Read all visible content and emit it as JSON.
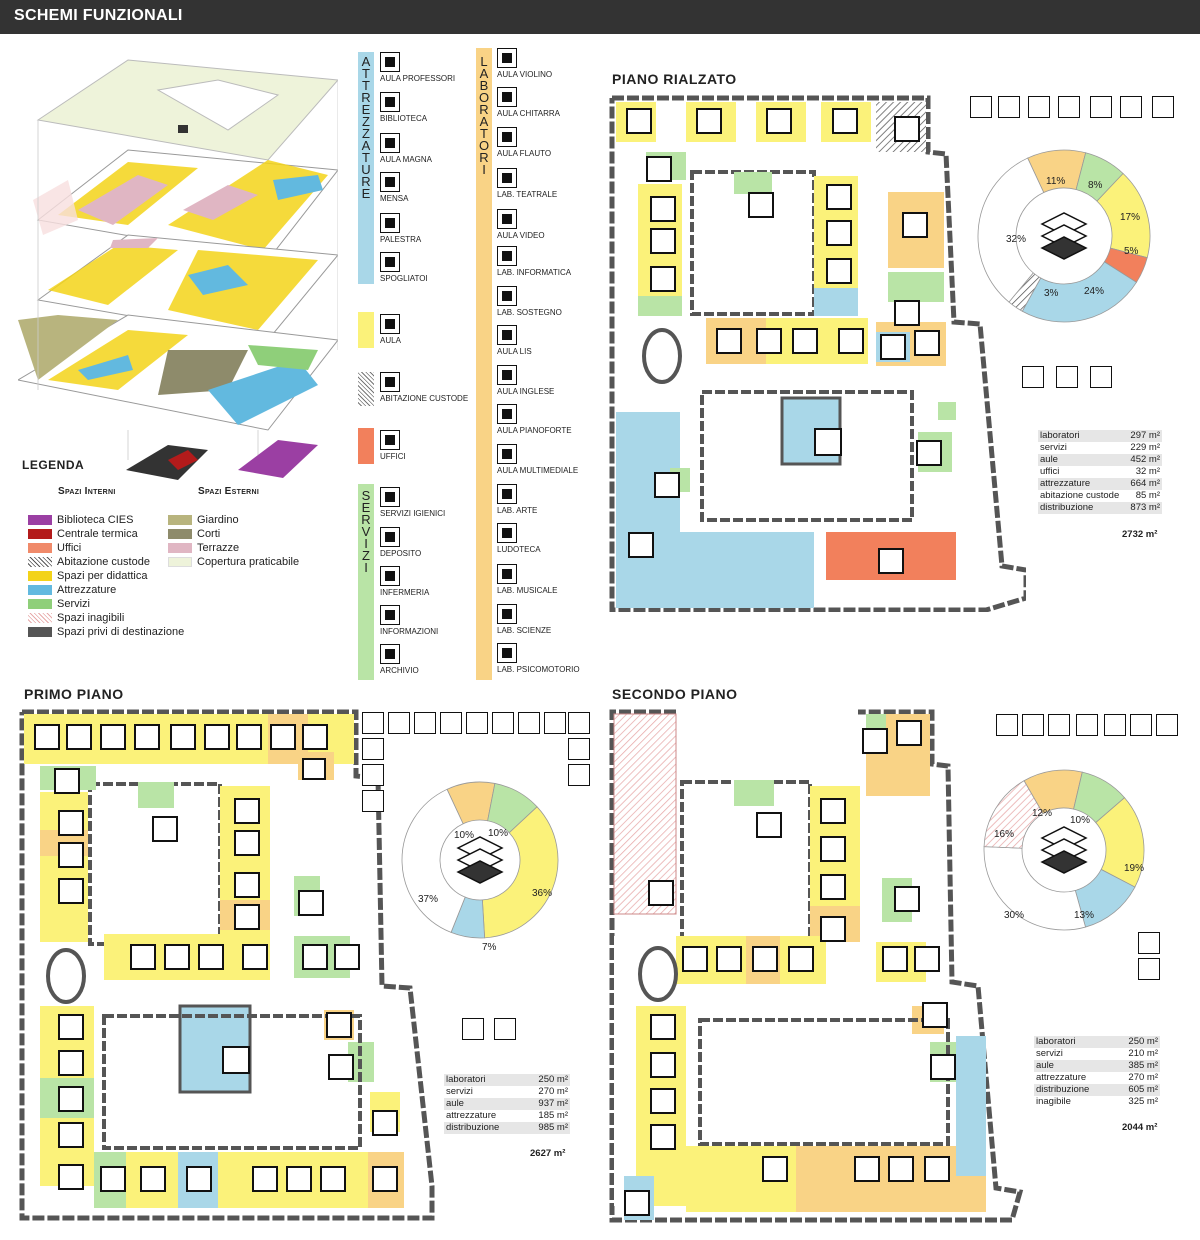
{
  "header": {
    "title": "SCHEMI FUNZIONALI"
  },
  "legend": {
    "title": "LEGENDA",
    "internal_heading": "Spazi Interni",
    "external_heading": "Spazi Esterni",
    "internal": [
      {
        "label": "Biblioteca CIES",
        "color": "#9b3fa3"
      },
      {
        "label": "Centrale termica",
        "color": "#b31b1b"
      },
      {
        "label": "Uffici",
        "color": "#f08a6a"
      },
      {
        "label": "Abitazione custode",
        "color": "hatch"
      },
      {
        "label": "Spazi per didattica",
        "color": "#f3d319"
      },
      {
        "label": "Attrezzature",
        "color": "#62b9df"
      },
      {
        "label": "Servizi",
        "color": "#8fcf7a"
      },
      {
        "label": "Spazi inagibili",
        "color": "hatch-red"
      },
      {
        "label": "Spazi privi di destinazione",
        "color": "#555555"
      }
    ],
    "external": [
      {
        "label": "Giardino",
        "color": "#b8b47e"
      },
      {
        "label": "Corti",
        "color": "#8e8b6b"
      },
      {
        "label": "Terrazze",
        "color": "#e0b6c3"
      },
      {
        "label": "Copertura praticabile",
        "color": "#eef3da"
      }
    ]
  },
  "categories": {
    "attrezzature": {
      "label": "ATTREZZATURE",
      "color": "#a9d7e8",
      "items": [
        "AULA PROFESSORI",
        "BIBLIOTECA",
        "AULA MAGNA",
        "MENSA",
        "PALESTRA",
        "SPOGLIATOI"
      ]
    },
    "aula": {
      "label": "AULA",
      "color": "#fbf27a"
    },
    "abitazione": {
      "label": "ABITAZIONE CUSTODE"
    },
    "uffici": {
      "label": "UFFICI",
      "color": "#f2805c"
    },
    "servizi": {
      "label": "SERVIZI",
      "color": "#b9e4a6",
      "items": [
        "SERVIZI IGIENICI",
        "DEPOSITO",
        "INFERMERIA",
        "INFORMAZIONI",
        "ARCHIVIO"
      ]
    },
    "laboratori": {
      "label": "LABORATORI",
      "color": "#f9d386",
      "items": [
        "AULA VIOLINO",
        "AULA CHITARRA",
        "AULA FLAUTO",
        "LAB. TEATRALE",
        "AULA VIDEO",
        "LAB. INFORMATICA",
        "LAB. SOSTEGNO",
        "AULA LIS",
        "AULA INGLESE",
        "AULA PIANOFORTE",
        "AULA MULTIMEDIALE",
        "LAB. ARTE",
        "LUDOTECA",
        "LAB. MUSICALE",
        "LAB. SCIENZE",
        "LAB. PSICOMOTORIO"
      ]
    }
  },
  "floors": {
    "rialzato": {
      "title": "PIANO RIALZATO",
      "donut": [
        {
          "label": "11%",
          "value": 11,
          "color": "#f9d386"
        },
        {
          "label": "8%",
          "value": 8,
          "color": "#b9e4a6"
        },
        {
          "label": "17%",
          "value": 17,
          "color": "#fbf27a"
        },
        {
          "label": "5%",
          "value": 5,
          "color": "#f2805c"
        },
        {
          "label": "24%",
          "value": 24,
          "color": "#a9d7e8"
        },
        {
          "label": "3%",
          "value": 3,
          "color": "hatch"
        },
        {
          "label": "32%",
          "value": 32,
          "color": "#ffffff"
        }
      ],
      "stats": [
        {
          "k": "laboratori",
          "v": "297 m²"
        },
        {
          "k": "servizi",
          "v": "229 m²"
        },
        {
          "k": "aule",
          "v": "452 m²"
        },
        {
          "k": "uffici",
          "v": "32 m²"
        },
        {
          "k": "attrezzature",
          "v": "664 m²"
        },
        {
          "k": "abitazione custode",
          "v": "85 m²"
        },
        {
          "k": "distribuzione",
          "v": "873 m²"
        }
      ],
      "total": "2732 m²"
    },
    "primo": {
      "title": "PRIMO PIANO",
      "donut": [
        {
          "label": "10%",
          "value": 10,
          "color": "#f9d386"
        },
        {
          "label": "10%",
          "value": 10,
          "color": "#b9e4a6"
        },
        {
          "label": "36%",
          "value": 36,
          "color": "#fbf27a"
        },
        {
          "label": "7%",
          "value": 7,
          "color": "#a9d7e8"
        },
        {
          "label": "37%",
          "value": 37,
          "color": "#ffffff"
        }
      ],
      "stats": [
        {
          "k": "laboratori",
          "v": "250 m²"
        },
        {
          "k": "servizi",
          "v": "270 m²"
        },
        {
          "k": "aule",
          "v": "937 m²"
        },
        {
          "k": "attrezzature",
          "v": "185 m²"
        },
        {
          "k": "distribuzione",
          "v": "985 m²"
        }
      ],
      "total": "2627 m²"
    },
    "secondo": {
      "title": "SECONDO PIANO",
      "donut": [
        {
          "label": "12%",
          "value": 12,
          "color": "#f9d386"
        },
        {
          "label": "10%",
          "value": 10,
          "color": "#b9e4a6"
        },
        {
          "label": "19%",
          "value": 19,
          "color": "#fbf27a"
        },
        {
          "label": "13%",
          "value": 13,
          "color": "#a9d7e8"
        },
        {
          "label": "30%",
          "value": 30,
          "color": "#ffffff"
        },
        {
          "label": "16%",
          "value": 16,
          "color": "hatch-red"
        }
      ],
      "stats": [
        {
          "k": "laboratori",
          "v": "250 m²"
        },
        {
          "k": "servizi",
          "v": "210 m²"
        },
        {
          "k": "aule",
          "v": "385 m²"
        },
        {
          "k": "attrezzature",
          "v": "270 m²"
        },
        {
          "k": "distribuzione",
          "v": "605 m²"
        },
        {
          "k": "inagibile",
          "v": "325 m²"
        }
      ],
      "total": "2044 m²"
    }
  }
}
